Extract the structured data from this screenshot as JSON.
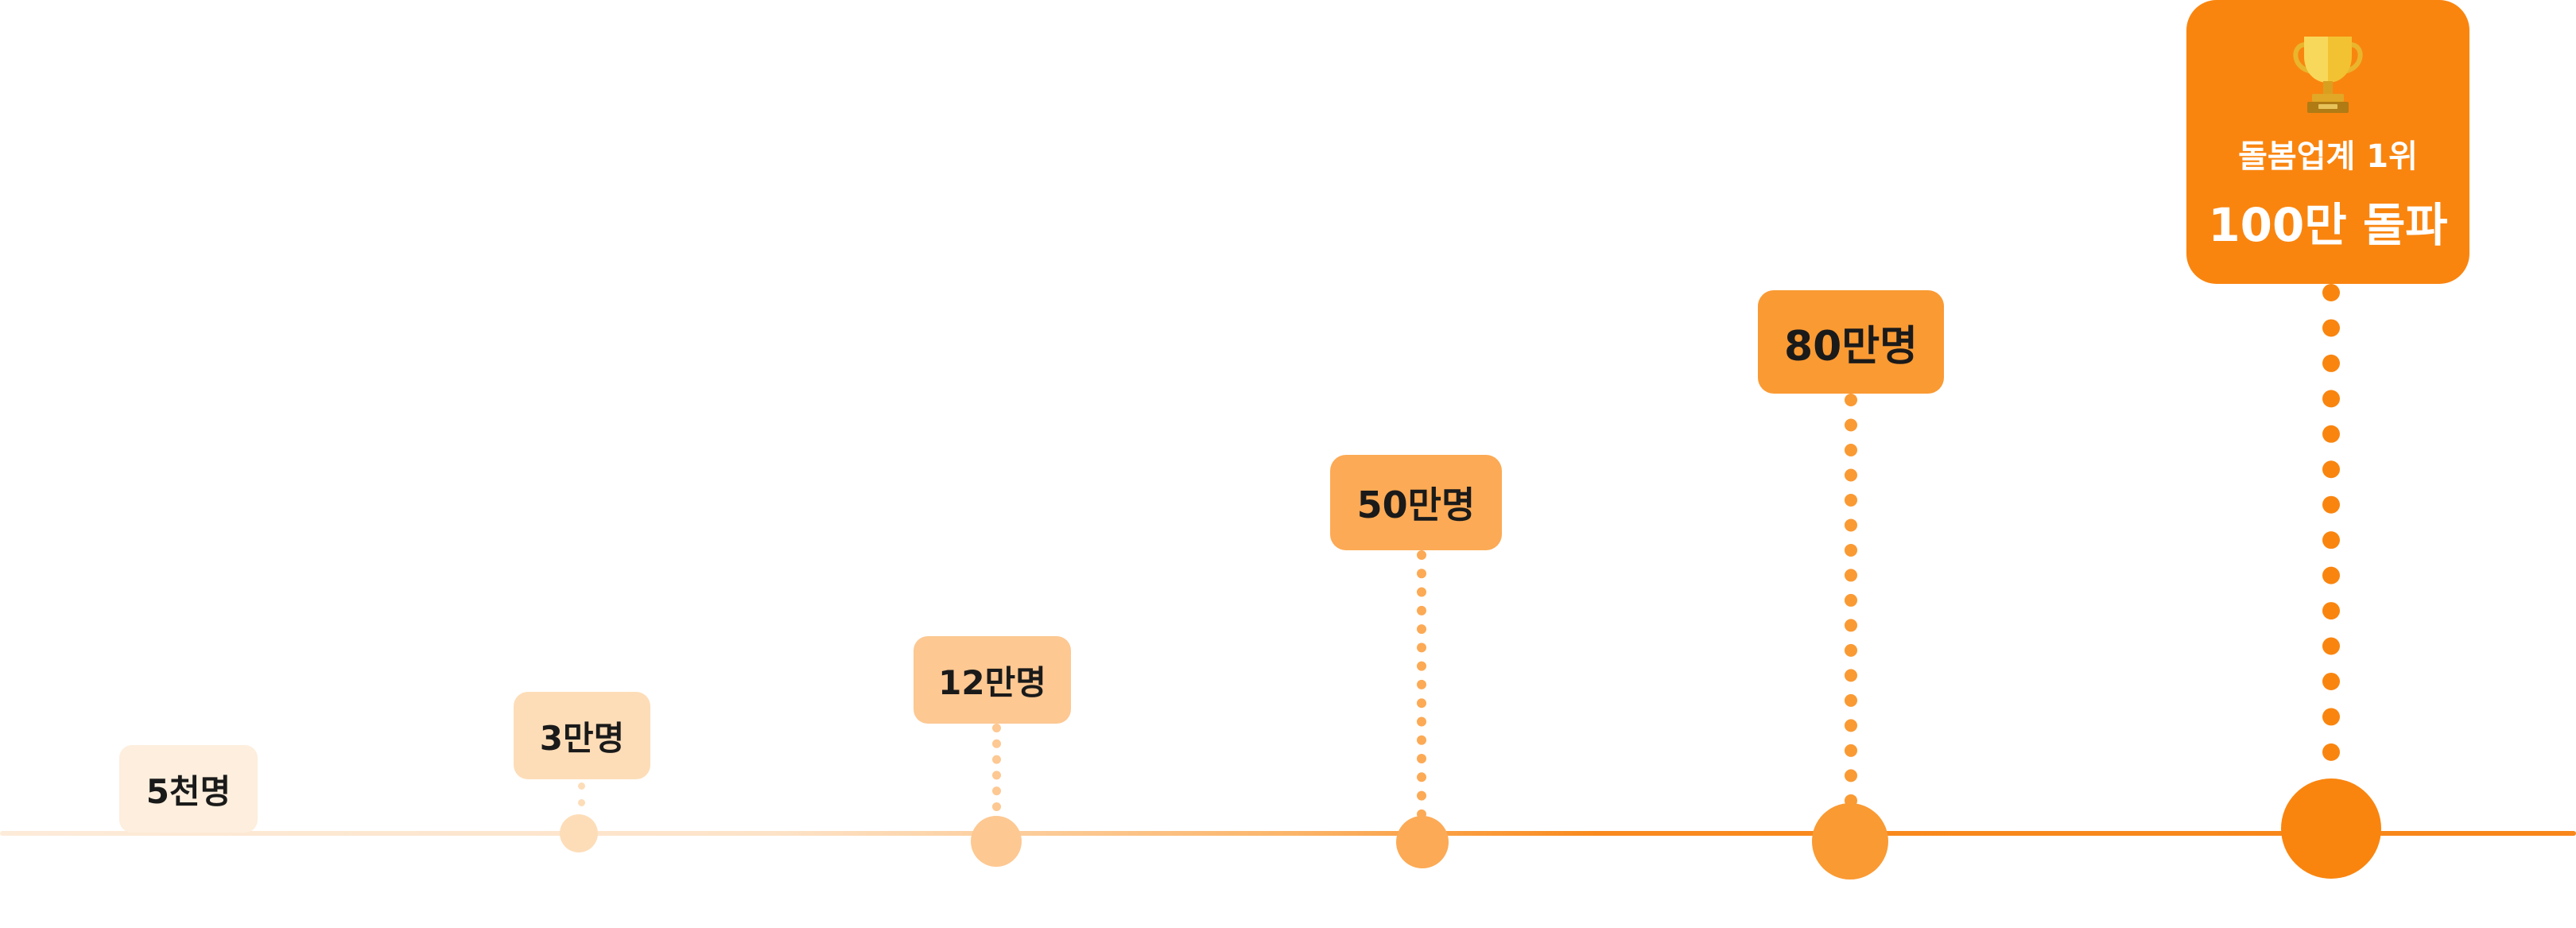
{
  "milestones": [
    {
      "label": "5천명",
      "color": "#fdeedd",
      "text_color": "#1a1a1a"
    },
    {
      "label": "3만명",
      "color": "#fdddb8",
      "text_color": "#1a1a1a"
    },
    {
      "label": "12만명",
      "color": "#fdc892",
      "text_color": "#1a1a1a"
    },
    {
      "label": "50만명",
      "color": "#fcaa55",
      "text_color": "#1a1a1a"
    },
    {
      "label": "80만명",
      "color": "#fa9a33",
      "text_color": "#1a1a1a"
    }
  ],
  "final": {
    "icon": "trophy-icon",
    "subtitle": "돌봄업계 1위",
    "title": "100만 돌파",
    "color": "#f9850f"
  }
}
